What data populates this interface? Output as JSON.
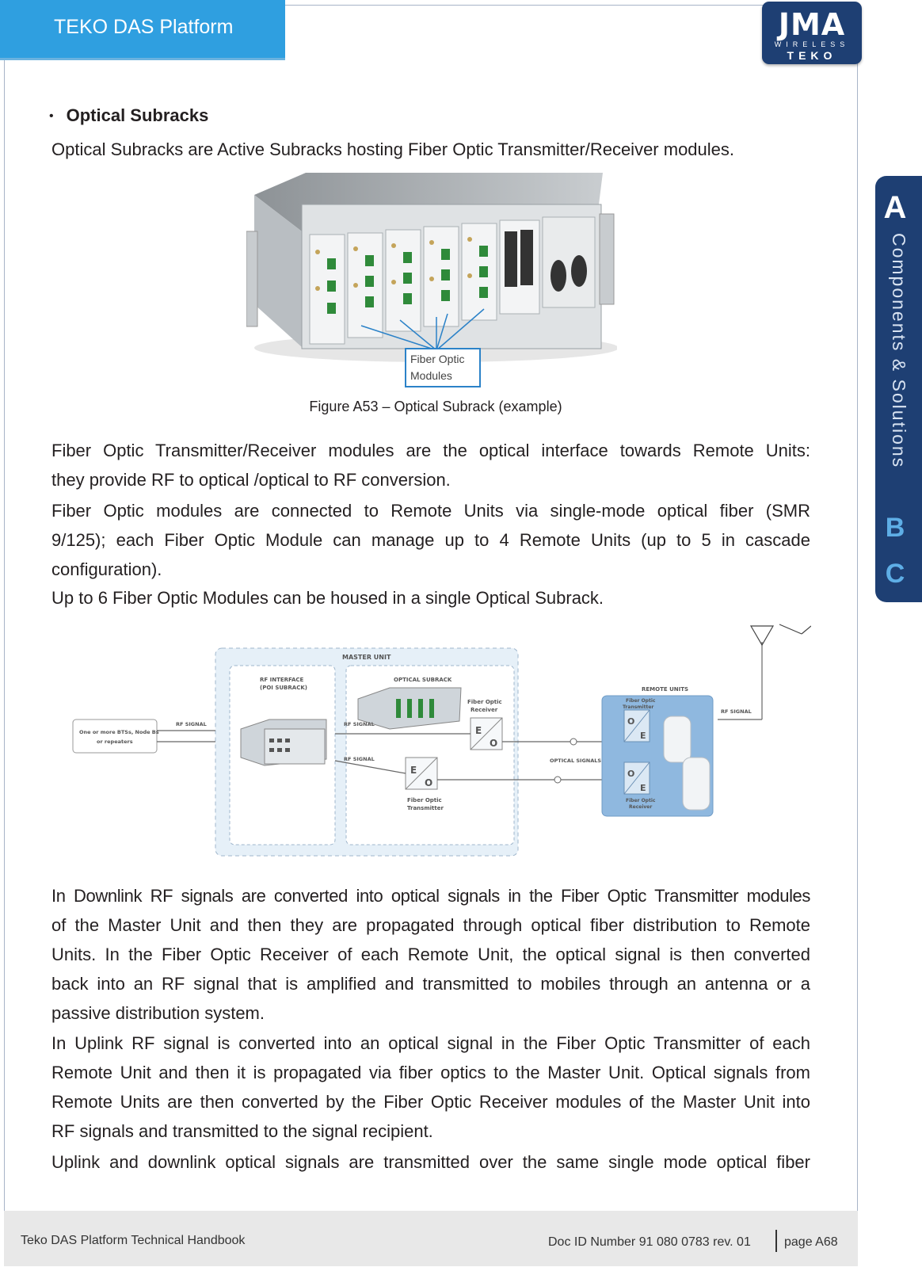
{
  "header": {
    "title": "TEKO DAS Platform",
    "logo": {
      "brand": "JMA",
      "sub": "WIRELESS",
      "product": "TEKO"
    }
  },
  "side_tab": {
    "letter_a": "A",
    "section": "Components & Solutions",
    "letter_b": "B",
    "letter_c": "C"
  },
  "section": {
    "title": "Optical Subracks",
    "intro": "Optical Subracks are Active Subracks hosting Fiber Optic Transmitter/Receiver modules."
  },
  "figure": {
    "callout_line1": "Fiber Optic",
    "callout_line2": "Modules",
    "caption": "Figure A53 – Optical Subrack (example)"
  },
  "paragraphs": {
    "p1_line1": "Fiber Optic Transmitter/Receiver modules are the optical interface towards Remote Units:",
    "p1_line2": "they provide RF to optical /optical to RF conversion.",
    "p2_line1": "Fiber Optic modules are connected to Remote Units via single-mode optical fiber (SMR",
    "p2_line2": "9/125); each Fiber Optic Module can manage up to 4 Remote Units (up to 5 in cascade",
    "p2_line3": "configuration).",
    "p3": "Up to 6 Fiber Optic Modules can be housed in a single Optical Subrack.",
    "p4_line1": "In Downlink RF signals are converted into optical signals in the Fiber Optic Transmitter modules",
    "p4_line2": "of the Master Unit and then they are propagated through optical fiber distribution to Remote",
    "p4_line3": "Units. In the Fiber Optic Receiver of each Remote Unit, the optical signal is then converted",
    "p4_line4": "back into an RF signal that is amplified and transmitted to mobiles through an antenna or a",
    "p4_line5": "passive distribution system.",
    "p5_line1": "In Uplink RF signal is converted into an optical signal in the Fiber Optic Transmitter of each",
    "p5_line2": "Remote Unit and then it is propagated via fiber optics to the Master Unit. Optical signals from",
    "p5_line3": "Remote Units are then converted by the Fiber Optic Receiver modules of the Master Unit into",
    "p5_line4": "RF signals and transmitted to the signal recipient.",
    "p6": "Uplink and downlink optical signals are transmitted over the same single mode optical fiber"
  },
  "diagram": {
    "master_unit": "MASTER UNIT",
    "rf_interface_1": "RF INTERFACE",
    "rf_interface_2": "(POI SUBRACK)",
    "optical_subrack": "OPTICAL SUBRACK",
    "bts_1": "One or more BTSs, Node Bs",
    "bts_2": "or repeaters",
    "rf_signal": "RF SIGNAL",
    "optical_signals": "OPTICAL SIGNALS",
    "remote_units": "REMOTE UNITS",
    "fo_receiver_1": "Fiber Optic",
    "fo_receiver_2": "Receiver",
    "fo_transmitter_1": "Fiber Optic",
    "fo_transmitter_2": "Transmitter",
    "e": "E",
    "o": "O"
  },
  "footer": {
    "left": "Teko DAS Platform Technical Handbook",
    "doc_id": "Doc ID Number 91 080 0783 rev. 01",
    "page": "page A68"
  }
}
